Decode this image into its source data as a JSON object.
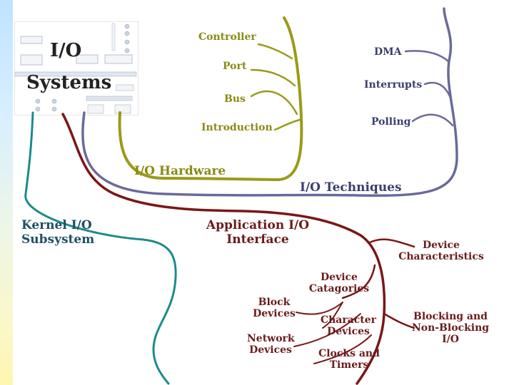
{
  "slide": {
    "title_line1": "I/O",
    "title_line2": "Systems"
  },
  "hardware": {
    "main": "I/O Hardware",
    "branches": [
      "Controller",
      "Port",
      "Bus",
      "Introduction"
    ]
  },
  "techniques": {
    "main": "I/O Techniques",
    "branches": [
      "DMA",
      "Interrupts",
      "Polling"
    ]
  },
  "app_interface": {
    "main_line1": "Application I/O",
    "main_line2": "Interface",
    "device_characteristics": [
      "Device",
      "Characteristics"
    ],
    "device_categories": [
      "Device",
      "Catagories"
    ],
    "block_devices": [
      "Block",
      "Devices"
    ],
    "network_devices": [
      "Network",
      "Devices"
    ],
    "character_devices": [
      "Character",
      "Devices"
    ],
    "clocks_timers": [
      "Clocks and",
      "Timers"
    ],
    "blocking": [
      "Blocking and",
      "Non-Blocking",
      "I/O"
    ]
  },
  "kernel": {
    "main_line1": "Kernel I/O",
    "main_line2": "Subsystem"
  },
  "colors": {
    "hardware": "#9a9a1a",
    "techniques": "#6a6a9a",
    "app": "#7a1717",
    "kernel": "#1e8a8a"
  }
}
